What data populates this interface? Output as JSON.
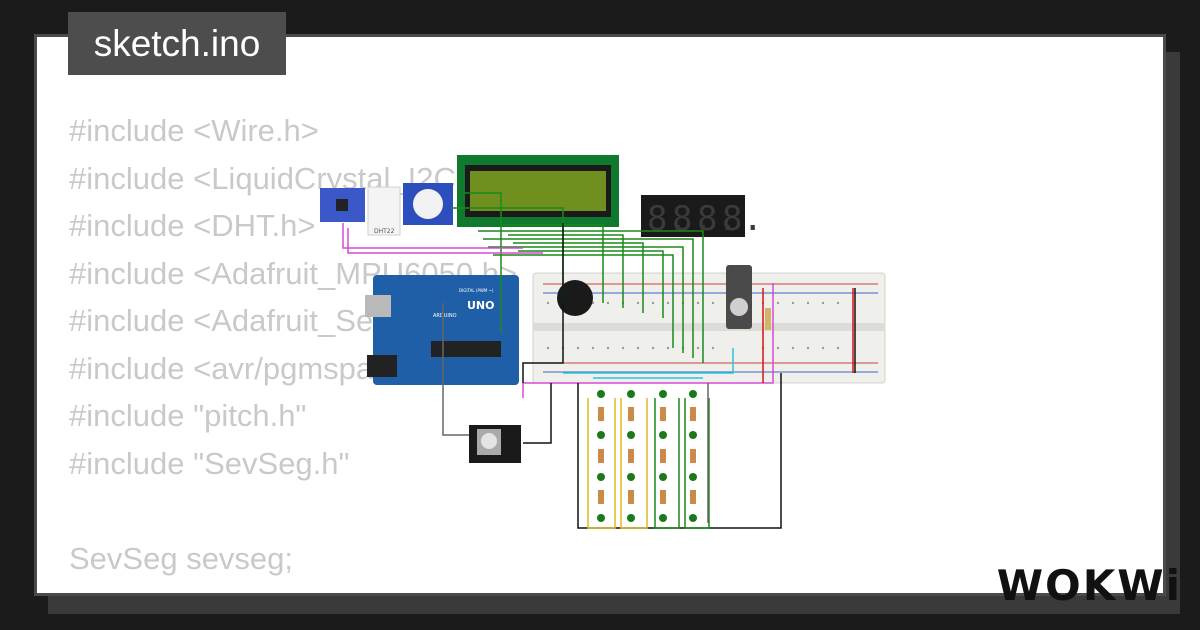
{
  "file_tab": {
    "label": "sketch.ino"
  },
  "code_lines": [
    "#include <Wire.h>",
    "#include <LiquidCrystal_I2C.h>",
    "#include <DHT.h>",
    "#include <Adafruit_MPU6050.h>",
    "#include <Adafruit_Sensor.h>",
    "#include <avr/pgmspace.h>",
    "#include \"pitch.h\"",
    "#include \"SevSeg.h\"",
    "",
    "SevSeg sevseg;"
  ],
  "board": {
    "label_uno": "UNO",
    "label_arduino": "ARDUINO",
    "label_digital": "DIGITAL (PWM ~)"
  },
  "dht": {
    "label": "DHT22"
  },
  "seven_segment": {
    "digits": [
      "8.",
      "8.",
      "8.",
      "8."
    ]
  },
  "logo": {
    "text": "WOKWi"
  },
  "colors": {
    "background": "#1b1b1b",
    "card": "#ffffff",
    "code_text": "#c9c9c9",
    "tab_bg": "#4d4d4d",
    "lcd_frame": "#0f7a2e",
    "lcd_screen": "#6f8f1f",
    "arduino": "#1f5fa8",
    "breadboard": "#f0f0ee",
    "wire_green": "#1a8a1a",
    "wire_red": "#d91414",
    "wire_black": "#111111",
    "wire_magenta": "#d84ad8",
    "wire_cyan": "#2fc6d6",
    "wire_yellow": "#e0b820"
  }
}
